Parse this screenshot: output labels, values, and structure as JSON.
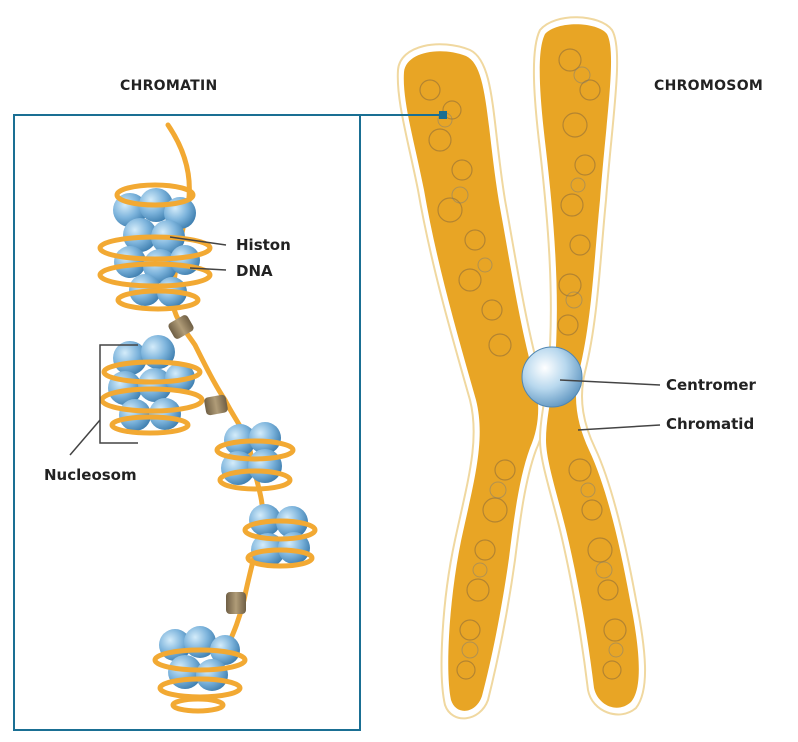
{
  "headings": {
    "chromatin": "CHROMATIN",
    "chromosome": "CHROMOSOM"
  },
  "labels": {
    "histone": "Histon",
    "dna": "DNA",
    "nucleosome": "Nucleosom",
    "centromere": "Centromer",
    "chromatid": "Chromatid"
  },
  "colors": {
    "dna_strand": "#f2a933",
    "chromosome_body": "#e8a525",
    "histone": "#7db4dc",
    "linker": "#8a7a60",
    "box_border": "#1a6f93",
    "centromere": "#b8d8ee"
  }
}
